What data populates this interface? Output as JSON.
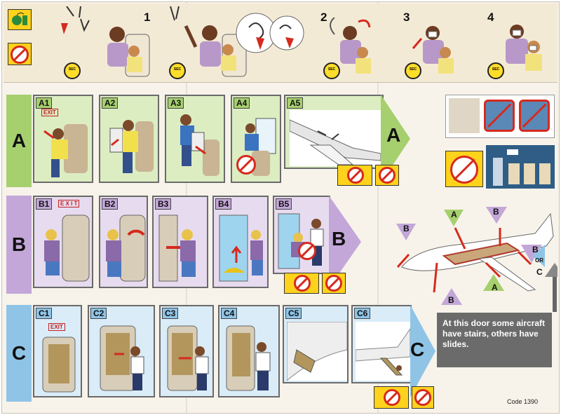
{
  "steps": [
    "1",
    "2",
    "3",
    "4"
  ],
  "timer_label": "SEC",
  "rows": [
    {
      "letter": "A",
      "color": "#a6cf6e",
      "panel_bg": "#dcedc2",
      "panels": [
        "A1",
        "A2",
        "A3",
        "A4",
        "A5"
      ]
    },
    {
      "letter": "B",
      "color": "#c3a7d8",
      "panel_bg": "#e7dbef",
      "panels": [
        "B1",
        "B2",
        "B3",
        "B4",
        "B5"
      ]
    },
    {
      "letter": "C",
      "color": "#8fc4e7",
      "panel_bg": "#d9ecf8",
      "panels": [
        "C1",
        "C2",
        "C3",
        "C4",
        "C5",
        "C6"
      ]
    }
  ],
  "exit_label": "EXIT",
  "exit_label_spaced": "E X I T",
  "diagram_tags": {
    "a": "A",
    "b": "B",
    "c": "C",
    "or": "OR"
  },
  "note": "At this door some aircraft have stairs, others have slides.",
  "code": "Code 1390",
  "colors": {
    "no_sign": "#d62a1e",
    "yellow": "#ffd21c",
    "note_bg": "#6b6b6b"
  }
}
